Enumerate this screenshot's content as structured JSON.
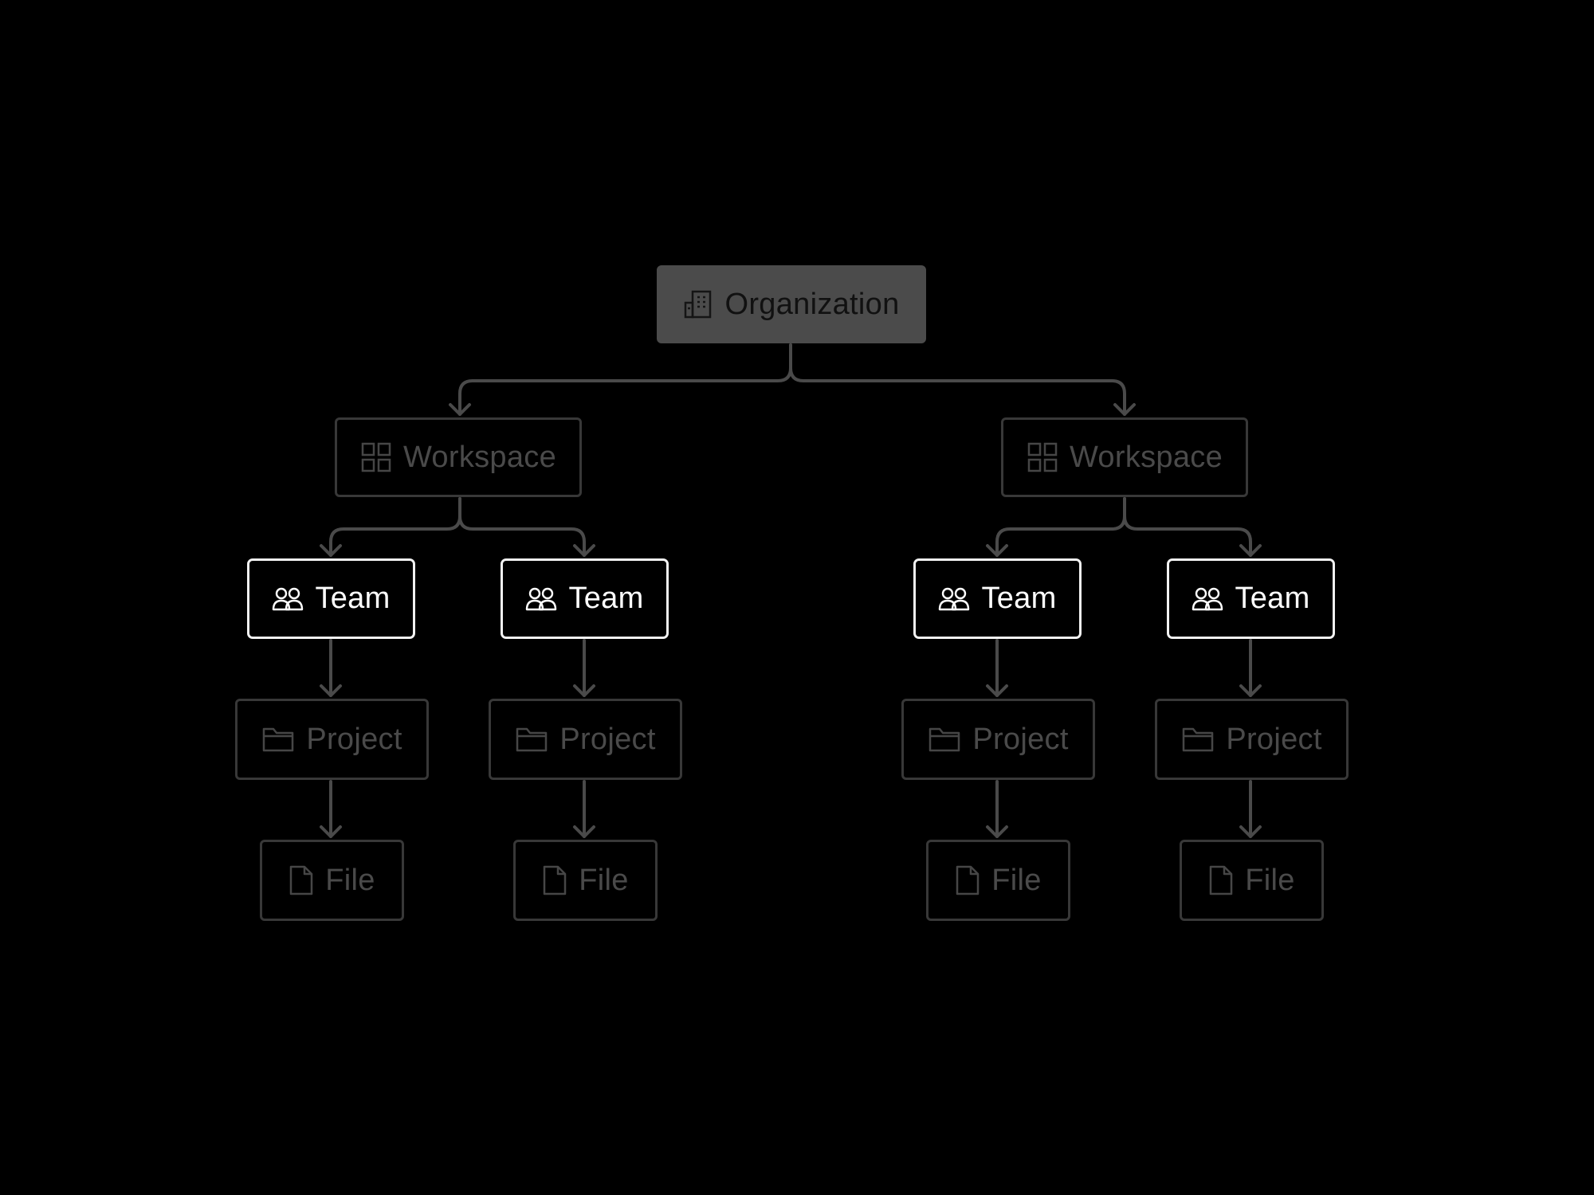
{
  "diagram": {
    "organization": {
      "label": "Organization",
      "icon": "building-icon"
    },
    "workspaces": [
      {
        "label": "Workspace",
        "icon": "grid-icon"
      },
      {
        "label": "Workspace",
        "icon": "grid-icon"
      }
    ],
    "teams": [
      {
        "label": "Team",
        "icon": "users-icon"
      },
      {
        "label": "Team",
        "icon": "users-icon"
      },
      {
        "label": "Team",
        "icon": "users-icon"
      },
      {
        "label": "Team",
        "icon": "users-icon"
      }
    ],
    "projects": [
      {
        "label": "Project",
        "icon": "folder-icon"
      },
      {
        "label": "Project",
        "icon": "folder-icon"
      },
      {
        "label": "Project",
        "icon": "folder-icon"
      },
      {
        "label": "Project",
        "icon": "folder-icon"
      }
    ],
    "files": [
      {
        "label": "File",
        "icon": "file-icon"
      },
      {
        "label": "File",
        "icon": "file-icon"
      },
      {
        "label": "File",
        "icon": "file-icon"
      },
      {
        "label": "File",
        "icon": "file-icon"
      }
    ]
  },
  "colors": {
    "background": "#000000",
    "organization_fill": "#4b4b4b",
    "dim_border": "#383838",
    "dim_text": "#4a4a4a",
    "team_border": "#f2f2f2",
    "connector": "#4a4a4a"
  }
}
